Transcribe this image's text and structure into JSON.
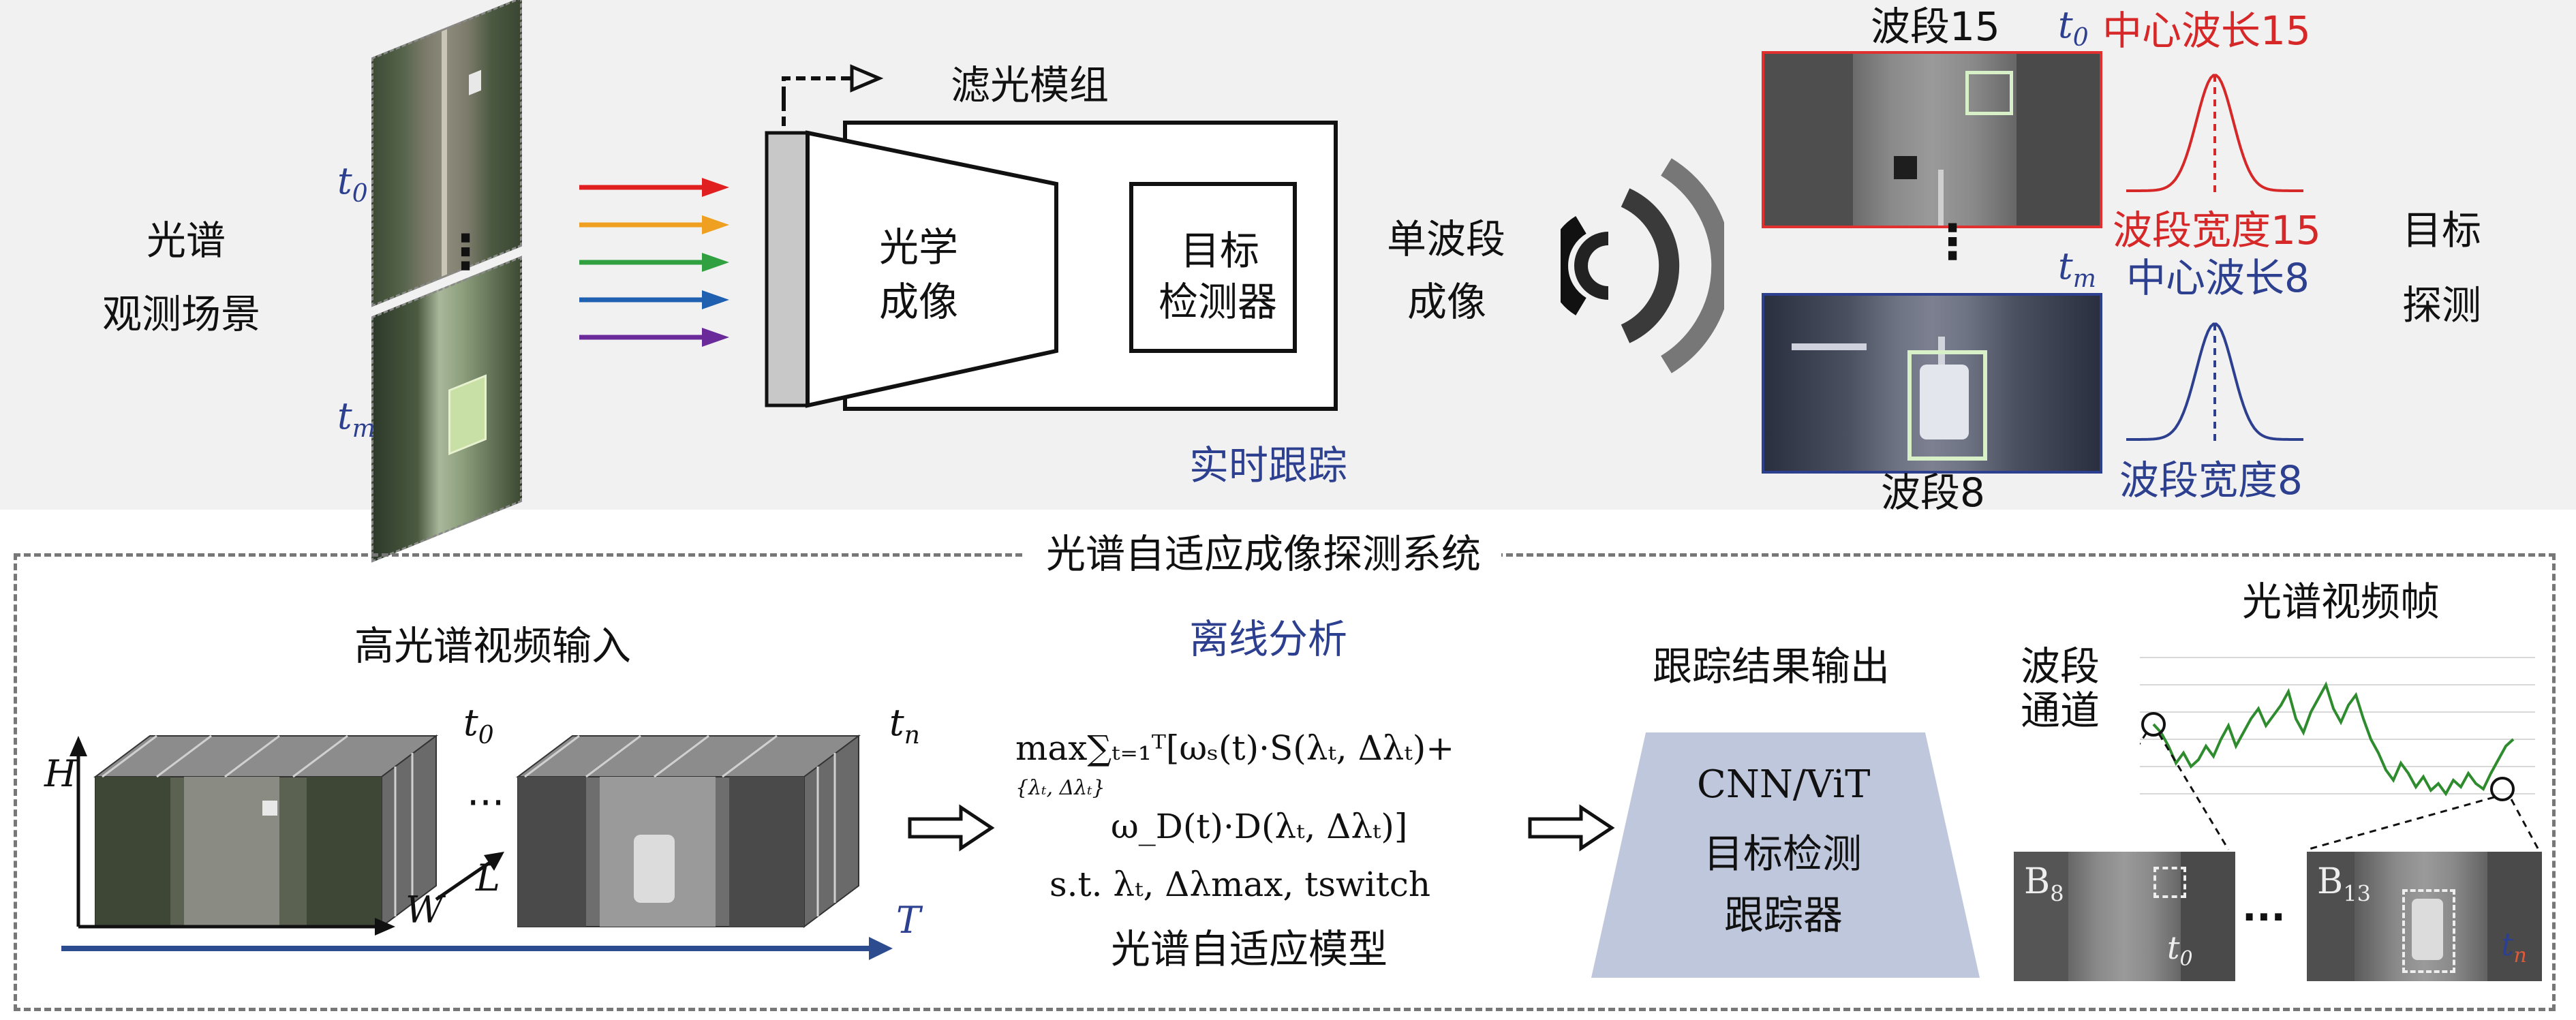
{
  "top": {
    "scene_label_line1": "光谱",
    "scene_label_line2": "观测场景",
    "frame_t0_var": "t",
    "frame_t0_sub": "0",
    "frame_tm_var": "t",
    "frame_tm_sub": "m",
    "ellipsis_vertical": "⋮",
    "filter_module": "滤光模组",
    "optics_line1": "光学",
    "optics_line2": "成像",
    "detector_line1": "目标",
    "detector_line2": "检测器",
    "realtime_tracking": "实时跟踪",
    "single_band_line1": "单波段",
    "single_band_line2": "成像",
    "band15_label": "波段15",
    "band8_label": "波段8",
    "center_wl15": "中心波长15",
    "bandwidth15": "波段宽度15",
    "center_wl8": "中心波长8",
    "bandwidth8": "波段宽度8",
    "target_line1": "目标",
    "target_line2": "探测",
    "arrow_colors": [
      "#e02020",
      "#f0a020",
      "#30a040",
      "#2060b0",
      "#6a2a9a"
    ],
    "gauss_colors": [
      "#d62828",
      "#2d3f8f"
    ]
  },
  "bottom": {
    "system_title": "光谱自适应成像探测系统",
    "hs_input": "高光谱视频输入",
    "axis_h": "H",
    "axis_w": "W",
    "axis_l": "L",
    "axis_t": "T",
    "cube_t0_var": "t",
    "cube_t0_sub": "0",
    "cube_tn_var": "t",
    "cube_tn_sub": "n",
    "ellipsis": "···",
    "offline": "离线分析",
    "formula_line1": "max∑ₜ₌₁ᵀ[ωₛ(t)·S(λₜ, Δλₜ)+",
    "formula_sub": "{λₜ, Δλₜ}",
    "formula_line2": "ω_D(t)·D(λₜ, Δλₜ)]",
    "formula_line3": "s.t.  λₜ, Δλmax, tswitch",
    "model_name": "光谱自适应模型",
    "tracking_output": "跟踪结果输出",
    "tracker_line1": "CNN/ViT",
    "tracker_line2": "目标检测",
    "tracker_line3": "跟踪器",
    "spectral_frame": "光谱视频帧",
    "band_channel_line1": "波段",
    "band_channel_line2": "通道",
    "b8_label": "B",
    "b8_sub": "8",
    "b13_label": "B",
    "b13_sub": "13",
    "inset_t0_var": "t",
    "inset_t0_sub": "0",
    "inset_tn_var": "t",
    "inset_tn_sub": "n",
    "ellipsis2": "···"
  }
}
